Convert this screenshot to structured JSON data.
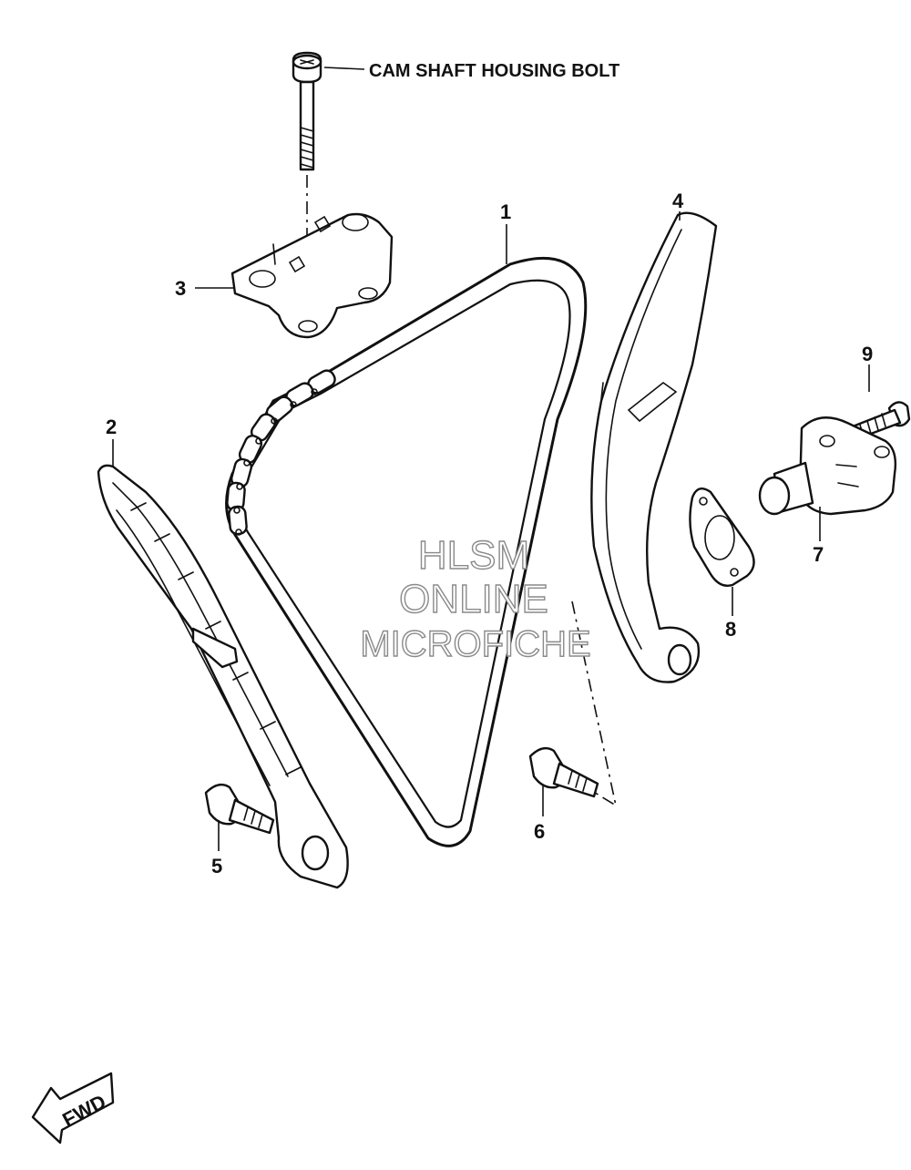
{
  "callouts": {
    "p1": "1",
    "p2": "2",
    "p3": "3",
    "p4": "4",
    "p5": "5",
    "p6": "6",
    "p7": "7",
    "p8": "8",
    "p9": "9"
  },
  "notes": {
    "cam_shaft_housing_bolt": "CAM SHAFT HOUSING BOLT"
  },
  "watermark": {
    "line1": "HLSM",
    "line2": "ONLINE",
    "line3": "MICROFICHE"
  },
  "direction": {
    "label": "FWD"
  }
}
